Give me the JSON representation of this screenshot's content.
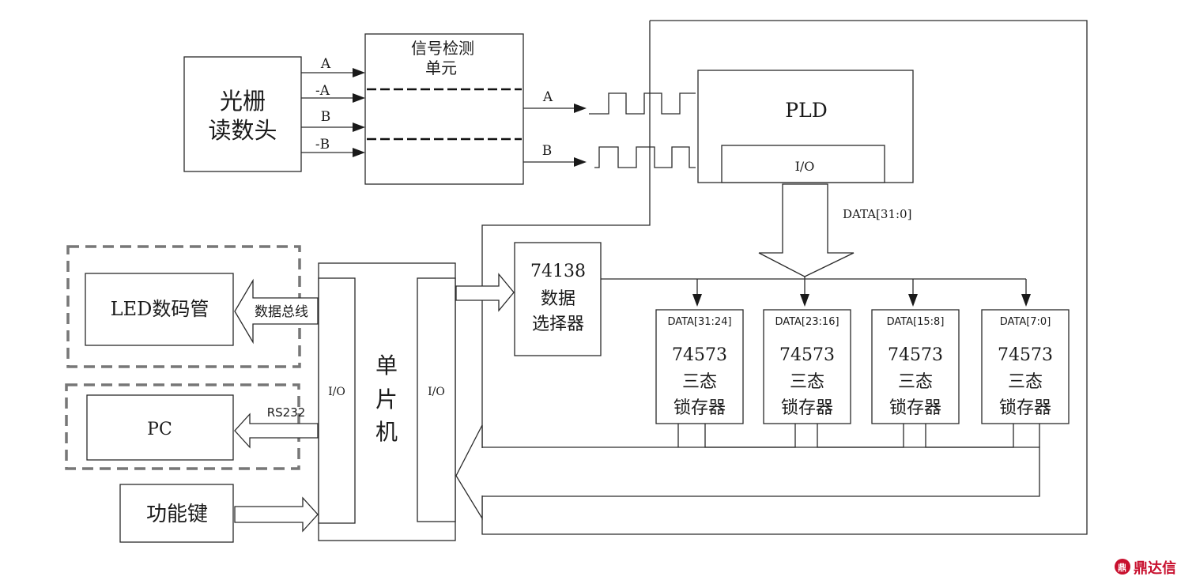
{
  "grating": {
    "line1": "光栅",
    "line2": "读数头"
  },
  "signal_unit": {
    "line1": "信号检测",
    "line2": "单元"
  },
  "grating_signals": [
    "A",
    "-A",
    "B",
    "-B"
  ],
  "output_signals": [
    "A",
    "B"
  ],
  "pld": {
    "label": "PLD",
    "io": "I/O"
  },
  "data_bus_label": "DATA[31:0]",
  "selector": {
    "line1": "74138",
    "line2": "数据",
    "line3": "选择器"
  },
  "latches": [
    {
      "bus": "DATA[31:24]",
      "chip": "74573",
      "line2": "三态",
      "line3": "锁存器"
    },
    {
      "bus": "DATA[23:16]",
      "chip": "74573",
      "line2": "三态",
      "line3": "锁存器"
    },
    {
      "bus": "DATA[15:8]",
      "chip": "74573",
      "line2": "三态",
      "line3": "锁存器"
    },
    {
      "bus": "DATA[7:0]",
      "chip": "74573",
      "line2": "三态",
      "line3": "锁存器"
    }
  ],
  "mcu": {
    "line1": "单",
    "line2": "片",
    "line3": "机",
    "io_left": "I/O",
    "io_right": "I/O"
  },
  "led": {
    "label": "LED数码管",
    "bus_label": "数据总线"
  },
  "pc": {
    "label": "PC",
    "link_label": "RS232"
  },
  "keys": {
    "label": "功能键"
  },
  "watermark": "鼎达信"
}
